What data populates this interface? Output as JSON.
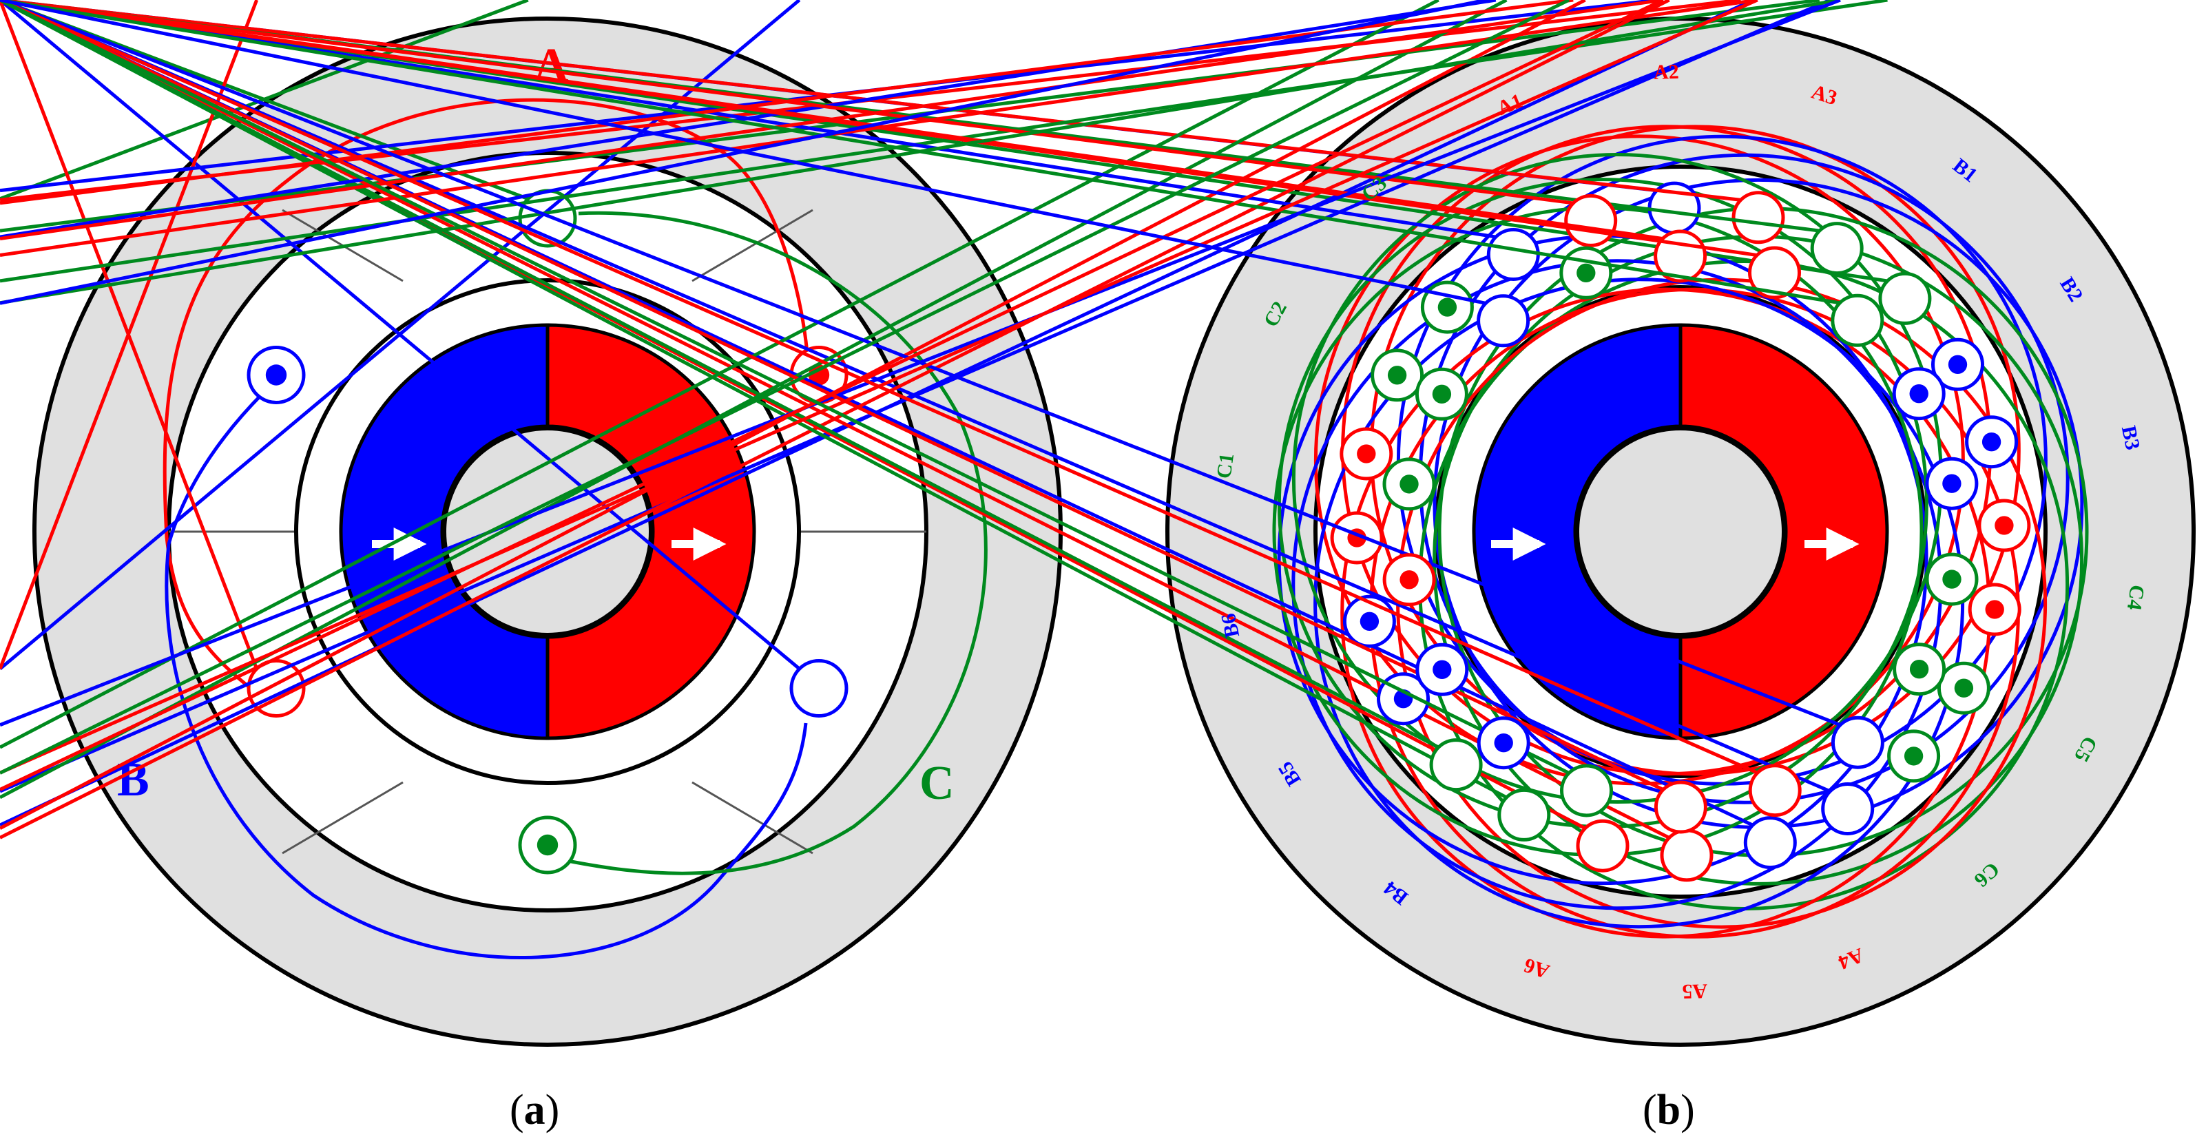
{
  "colors": {
    "phase_a": "#ff0000",
    "phase_b": "#0000ff",
    "phase_c": "#008a1e",
    "stator_ring": "#e0e0e0",
    "magnet_south": "#0000ff",
    "magnet_north": "#ff0000",
    "arrow": "#ffffff"
  },
  "panel_a": {
    "caption_open": "(",
    "caption_letter": "a",
    "caption_close": ")",
    "phase_labels": {
      "a": "A",
      "b": "B",
      "c": "C"
    },
    "conductors": [
      {
        "phase": "c",
        "symbol": "cross-icon"
      },
      {
        "phase": "a",
        "symbol": "dot-icon"
      },
      {
        "phase": "b",
        "symbol": "cross-icon"
      },
      {
        "phase": "c",
        "symbol": "dot-icon"
      },
      {
        "phase": "a",
        "symbol": "cross-icon"
      },
      {
        "phase": "b",
        "symbol": "dot-icon"
      }
    ]
  },
  "panel_b": {
    "caption_open": "(",
    "caption_letter": "b",
    "caption_close": ")",
    "coil_labels": [
      {
        "text": "A1",
        "phase": "a"
      },
      {
        "text": "A2",
        "phase": "a"
      },
      {
        "text": "A3",
        "phase": "a"
      },
      {
        "text": "B1",
        "phase": "b"
      },
      {
        "text": "B2",
        "phase": "b"
      },
      {
        "text": "B3",
        "phase": "b"
      },
      {
        "text": "C4",
        "phase": "c"
      },
      {
        "text": "C5",
        "phase": "c"
      },
      {
        "text": "C6",
        "phase": "c"
      },
      {
        "text": "A4",
        "phase": "a"
      },
      {
        "text": "A5",
        "phase": "a"
      },
      {
        "text": "A6",
        "phase": "a"
      },
      {
        "text": "B4",
        "phase": "b"
      },
      {
        "text": "B5",
        "phase": "b"
      },
      {
        "text": "B6",
        "phase": "b"
      },
      {
        "text": "C1",
        "phase": "c"
      },
      {
        "text": "C2",
        "phase": "c"
      },
      {
        "text": "C3",
        "phase": "c"
      }
    ],
    "outer_conductors": [
      "b-cross",
      "a-cross",
      "c-cross",
      "c-cross",
      "b-dot",
      "b-dot",
      "a-dot",
      "a-dot",
      "c-dot",
      "c-dot",
      "b-cross",
      "b-cross",
      "a-cross",
      "a-cross",
      "c-cross",
      "c-cross",
      "b-dot",
      "b-dot",
      "a-dot",
      "a-dot",
      "c-dot",
      "c-dot",
      "b-cross",
      "a-cross"
    ],
    "inner_conductors": [
      "c-dot",
      "a-cross",
      "a-cross",
      "c-cross",
      "b-dot",
      "b-dot",
      "c-dot",
      "c-dot",
      "b-cross",
      "a-cross",
      "a-cross",
      "c-cross",
      "b-dot",
      "b-dot",
      "a-dot",
      "c-dot",
      "c-dot",
      "b-cross"
    ]
  }
}
